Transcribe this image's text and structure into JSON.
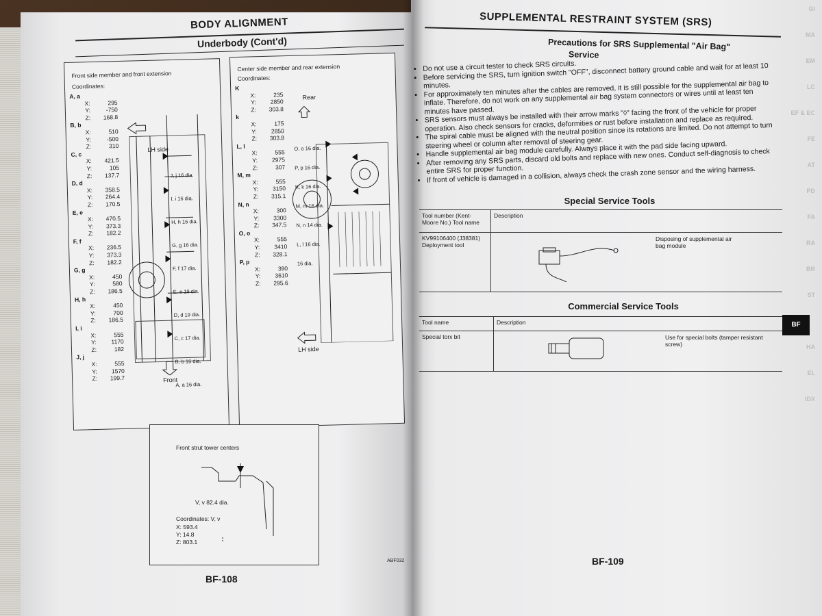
{
  "left_page": {
    "title": "BODY ALIGNMENT",
    "subtitle": "Underbody (Cont'd)",
    "page_number": "BF-108",
    "code": "ABF032",
    "front_panel": {
      "title": "Front side member and front extension",
      "coords_label": "Coordinates:",
      "points": [
        {
          "ids": "A, a",
          "x": "295",
          "y": "-750",
          "z": "168.8"
        },
        {
          "ids": "B, b",
          "x": "510",
          "y": "-500",
          "z": "310"
        },
        {
          "ids": "C, c",
          "x": "421.5",
          "y": "105",
          "z": "137.7"
        },
        {
          "ids": "D, d",
          "x": "358.5",
          "y": "264.4",
          "z": "170.5"
        },
        {
          "ids": "E, e",
          "x": "470.5",
          "y": "373.3",
          "z": "182.2"
        },
        {
          "ids": "F, f",
          "x": "236.5",
          "y": "373.3",
          "z": "182.2"
        },
        {
          "ids": "G, g",
          "x": "450",
          "y": "580",
          "z": "186.5"
        },
        {
          "ids": "H, h",
          "x": "450",
          "y": "700",
          "z": "186.5"
        },
        {
          "ids": "I, i",
          "x": "555",
          "y": "1170",
          "z": "182"
        },
        {
          "ids": "J, j",
          "x": "555",
          "y": "1570",
          "z": "199.7"
        }
      ],
      "lh_side": "LH side",
      "front": "Front",
      "callouts": [
        "J, j  16 dia.",
        "I, i  16 dia.",
        "H, h  16 dia.",
        "G, g  16 dia.",
        "F, f  17 dia.",
        "E, e  19 dia.",
        "D, d  19 dia.",
        "C, c  17 dia.",
        "B, b  16 dia.",
        "A, a  16 dia."
      ]
    },
    "center_panel": {
      "title": "Center side member and rear extension",
      "coords_label": "Coordinates:",
      "points": [
        {
          "ids": "K",
          "x": "235",
          "y": "2850",
          "z": "303.8"
        },
        {
          "ids": "k",
          "x": "175",
          "y": "2850",
          "z": "303.8"
        },
        {
          "ids": "L, l",
          "x": "555",
          "y": "2975",
          "z": "307"
        },
        {
          "ids": "M, m",
          "x": "555",
          "y": "3150",
          "z": "315.1"
        },
        {
          "ids": "N, n",
          "x": "300",
          "y": "3300",
          "z": "347.5"
        },
        {
          "ids": "O, o",
          "x": "555",
          "y": "3410",
          "z": "328.1"
        },
        {
          "ids": "P, p",
          "x": "390",
          "y": "3610",
          "z": "295.6"
        }
      ],
      "rear": "Rear",
      "lh_side": "LH side",
      "callouts": [
        "O, o  16 dia.",
        "P, p  16 dia.",
        "K, k  16 dia.",
        "M, m  16 dia.",
        "N, n  14 dia.",
        "L, l  16 dia.",
        "16 dia."
      ]
    },
    "strut_panel": {
      "title": "Front strut tower centers",
      "callout": "V, v  82.4 dia.",
      "coords_label": "Coordinates: V, v",
      "x": "X:  593.4",
      "y": "Y:  14.8",
      "z": "Z:  803.1"
    }
  },
  "right_page": {
    "title": "SUPPLEMENTAL RESTRAINT SYSTEM (SRS)",
    "page_number": "BF-109",
    "precautions_title_1": "Precautions for SRS Supplemental \"Air Bag\"",
    "precautions_title_2": "Service",
    "precautions": [
      "Do not use a circuit tester to check SRS circuits.",
      "Before servicing the SRS, turn ignition switch \"OFF\", disconnect battery ground cable and wait for at least 10 minutes.",
      "For approximately ten minutes after the cables are removed, it is still possible for the supplemental air bag to inflate. Therefore, do not work on any supplemental air bag system connectors or wires until at least ten minutes have passed.",
      "SRS sensors must always be installed with their arrow marks \"◊\" facing the front of the vehicle for proper operation. Also check sensors for cracks, deformities or rust before installation and replace as required.",
      "The spiral cable must be aligned with the neutral position since its rotations are limited. Do not attempt to turn steering wheel or column after removal of steering gear.",
      "Handle supplemental air bag module carefully. Always place it with the pad side facing upward.",
      "After removing any SRS parts, discard old bolts and replace with new ones. Conduct self-diagnosis to check entire SRS for proper function.",
      "If front of vehicle is damaged in a collision, always check the crash zone sensor and the wiring harness."
    ],
    "special_tools": {
      "title": "Special Service Tools",
      "header_col1": "Tool number (Kent-Moore No.) Tool name",
      "header_col2": "Description",
      "row_col1": "KV99106400 (J38381) Deployment tool",
      "row_desc": "Disposing of supplemental air bag module"
    },
    "commercial_tools": {
      "title": "Commercial Service Tools",
      "header_col1": "Tool name",
      "header_col2": "Description",
      "row_col1": "Special torx bit",
      "row_desc": "Use for special bolts (tamper resistant screw)"
    },
    "side_tabs": [
      "GI",
      "MA",
      "EM",
      "LC",
      "EF & EC",
      "FE",
      "AT",
      "PD",
      "FA",
      "RA",
      "BR",
      "ST",
      "BF",
      "HA",
      "EL",
      "IDX"
    ],
    "active_tab": "BF"
  }
}
